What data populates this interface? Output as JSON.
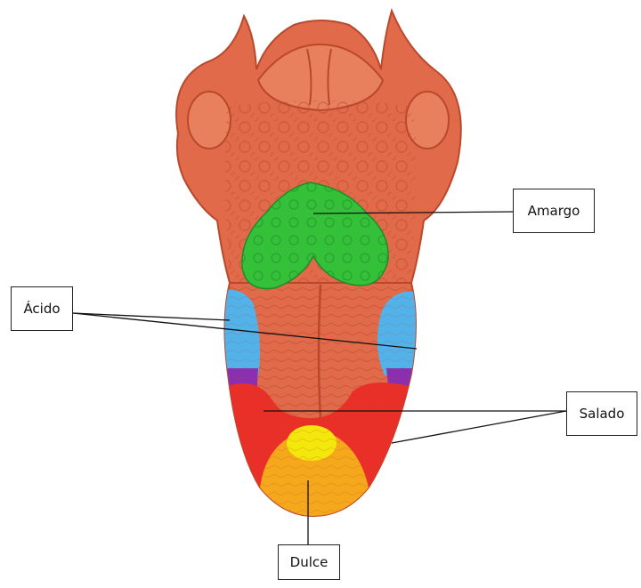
{
  "labels": {
    "bitter": "Amargo",
    "sour": "Ácido",
    "salty": "Salado",
    "sweet": "Dulce"
  },
  "colors": {
    "tongue": "#e06a4a",
    "tongue_dark": "#b9482c",
    "bitter": "#35c03a",
    "sour": "#52b2ea",
    "salty": "#ea2f28",
    "sweet": "#f5a81c",
    "sweet_tip": "#f3e70c",
    "overlap": "#8a2fb0"
  }
}
